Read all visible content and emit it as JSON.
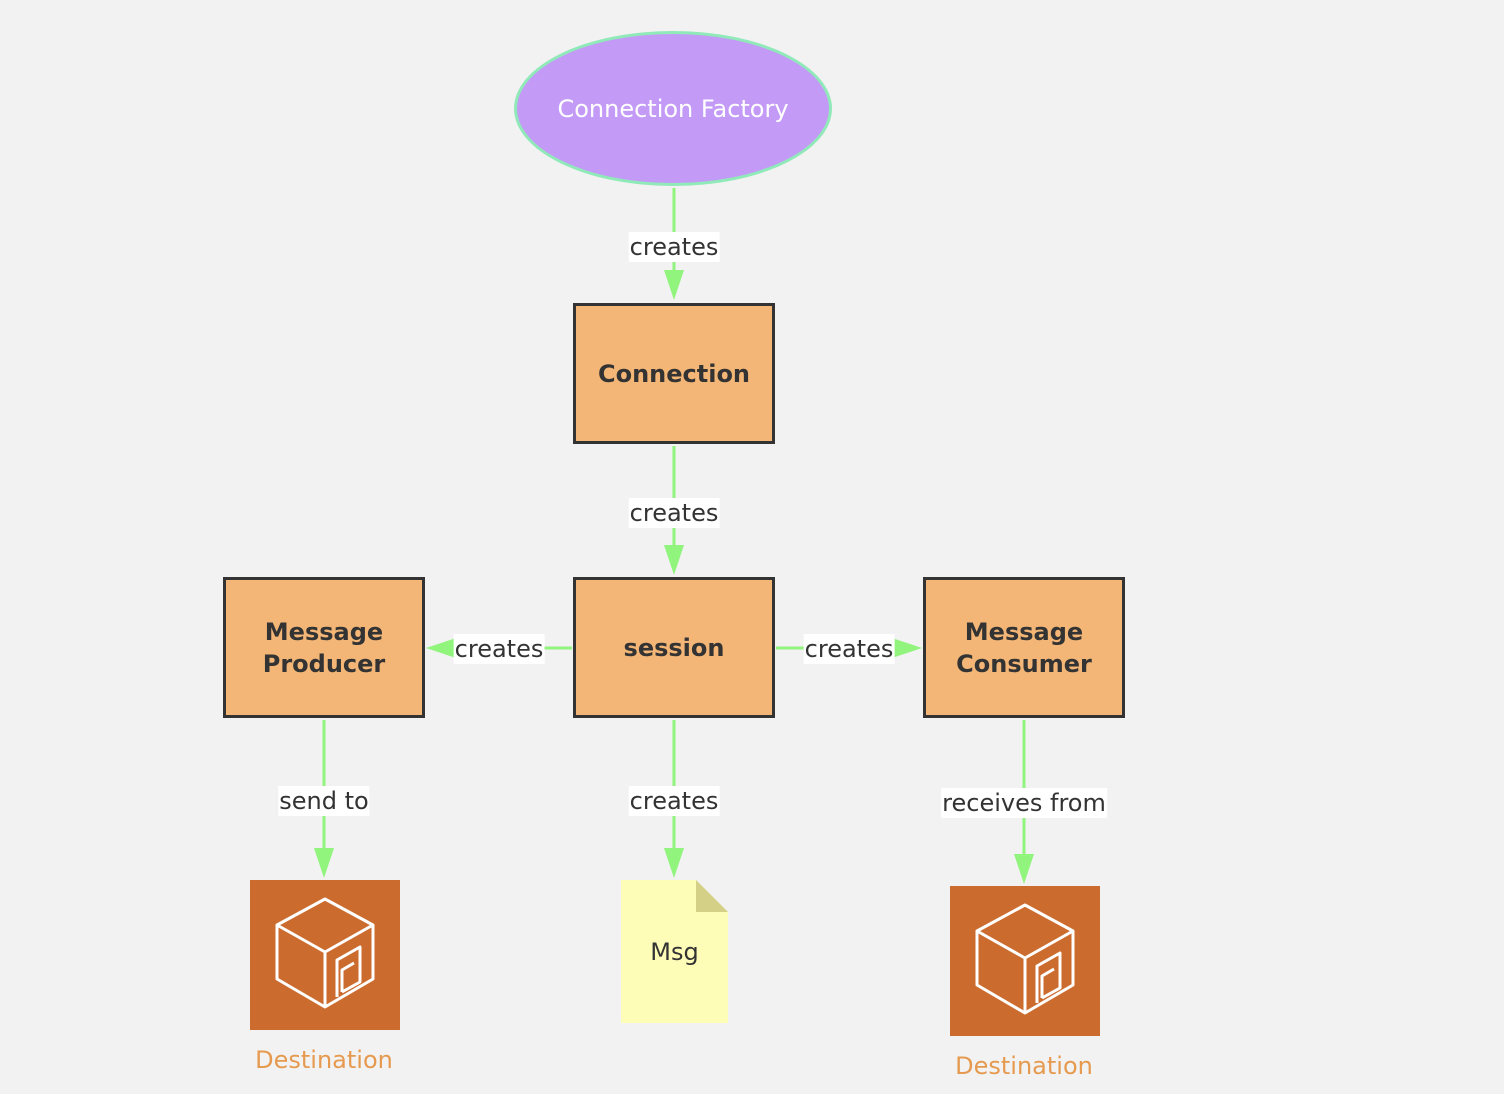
{
  "colors": {
    "background": "#f2f2f2",
    "edge": "#90f47d",
    "factory_fill": "#c39bf7",
    "factory_border": "#8fe9b8",
    "box_fill": "#f3b676",
    "box_border": "#333333",
    "destination_fill": "#cb6b2e",
    "destination_label": "#e59a4f",
    "note_fill": "#fefdb8",
    "note_fold": "#d4d085"
  },
  "nodes": {
    "connection_factory": "Connection Factory",
    "connection": "Connection",
    "session": "session",
    "message_producer": "Message\nProducer",
    "message_consumer": "Message\nConsumer",
    "msg": "Msg",
    "destination_left": "Destination",
    "destination_right": "Destination"
  },
  "edges": {
    "factory_to_connection": "creates",
    "connection_to_session": "creates",
    "session_to_producer": "creates",
    "session_to_consumer": "creates",
    "session_to_msg": "creates",
    "producer_to_destination": "send to",
    "consumer_from_destination": "receives from"
  },
  "icons": {
    "destination": "queue-cube-icon",
    "msg": "document-note-icon"
  }
}
